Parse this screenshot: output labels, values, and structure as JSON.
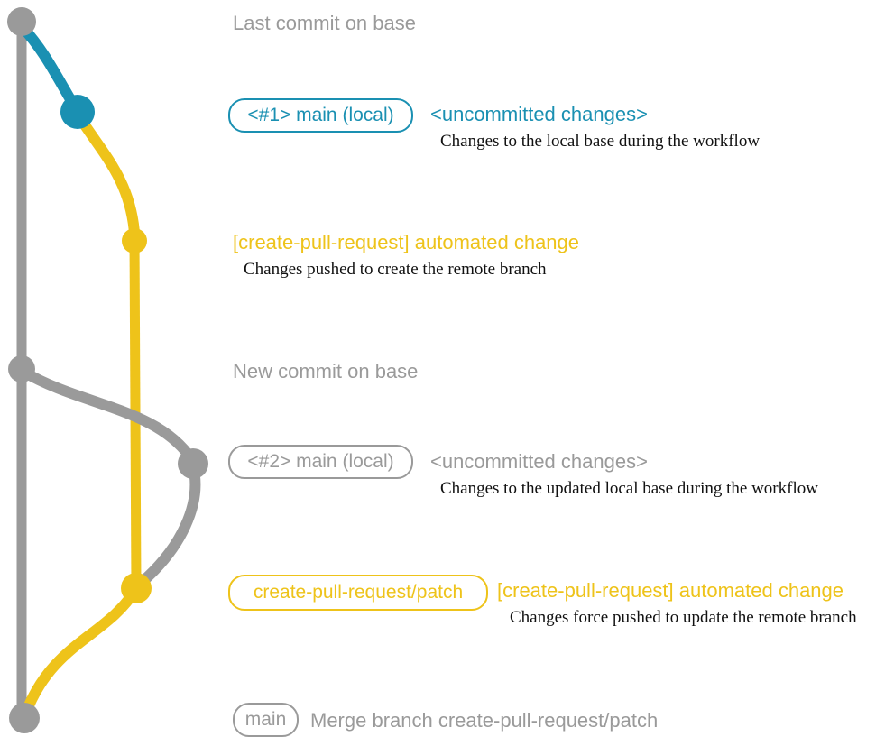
{
  "colors": {
    "gray": "#9a9a9a",
    "teal": "#1a90b2",
    "yellow": "#eec31a",
    "caption": "#111111"
  },
  "graph": {
    "base_branch": "base",
    "node_names": [
      "last-commit-on-base",
      "local-change-1",
      "automated-change-1",
      "new-commit-on-base",
      "local-change-2",
      "automated-change-2",
      "merge-commit"
    ]
  },
  "rows": {
    "row1": {
      "title": "Last commit on base"
    },
    "row2": {
      "badge": "<#1> main (local)",
      "title": "<uncommitted changes>",
      "caption": "Changes to the local base during the workflow"
    },
    "row3": {
      "title": "[create-pull-request] automated change",
      "caption": "Changes pushed to create the remote branch"
    },
    "row4": {
      "title": "New commit on base"
    },
    "row5": {
      "badge": "<#2> main (local)",
      "title": "<uncommitted changes>",
      "caption": "Changes to the updated local base during the workflow"
    },
    "row6": {
      "badge": "create-pull-request/patch",
      "title": "[create-pull-request] automated change",
      "caption": "Changes force pushed to update the remote branch"
    },
    "row7": {
      "badge": "main",
      "title": "Merge branch create-pull-request/patch"
    }
  }
}
